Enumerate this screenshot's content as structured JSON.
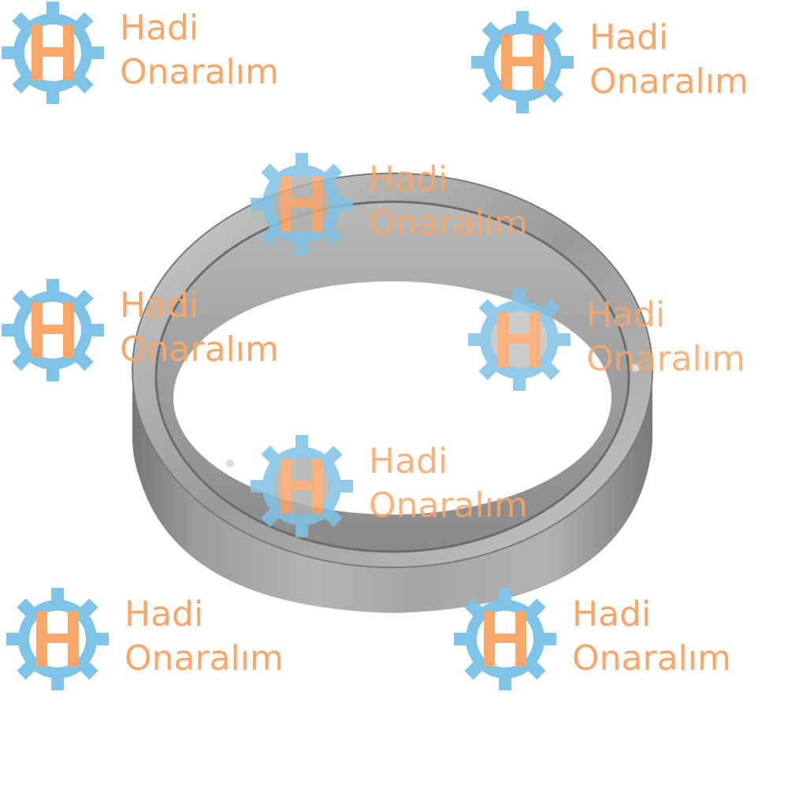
{
  "watermark": {
    "line1": "Hadi",
    "line2": "Onaralım",
    "icon": "gear-h-logo-icon",
    "colors": {
      "gear": "#7fc3e6",
      "letter": "#f8a66a",
      "text": "#f8a66a"
    }
  },
  "product": {
    "subject": "steel-bearing-outer-ring",
    "colors": {
      "metal": "#a9a9a8",
      "metal_dark": "#6f6f6e",
      "metal_light": "#d8d8d6",
      "background": "#ffffff"
    }
  }
}
